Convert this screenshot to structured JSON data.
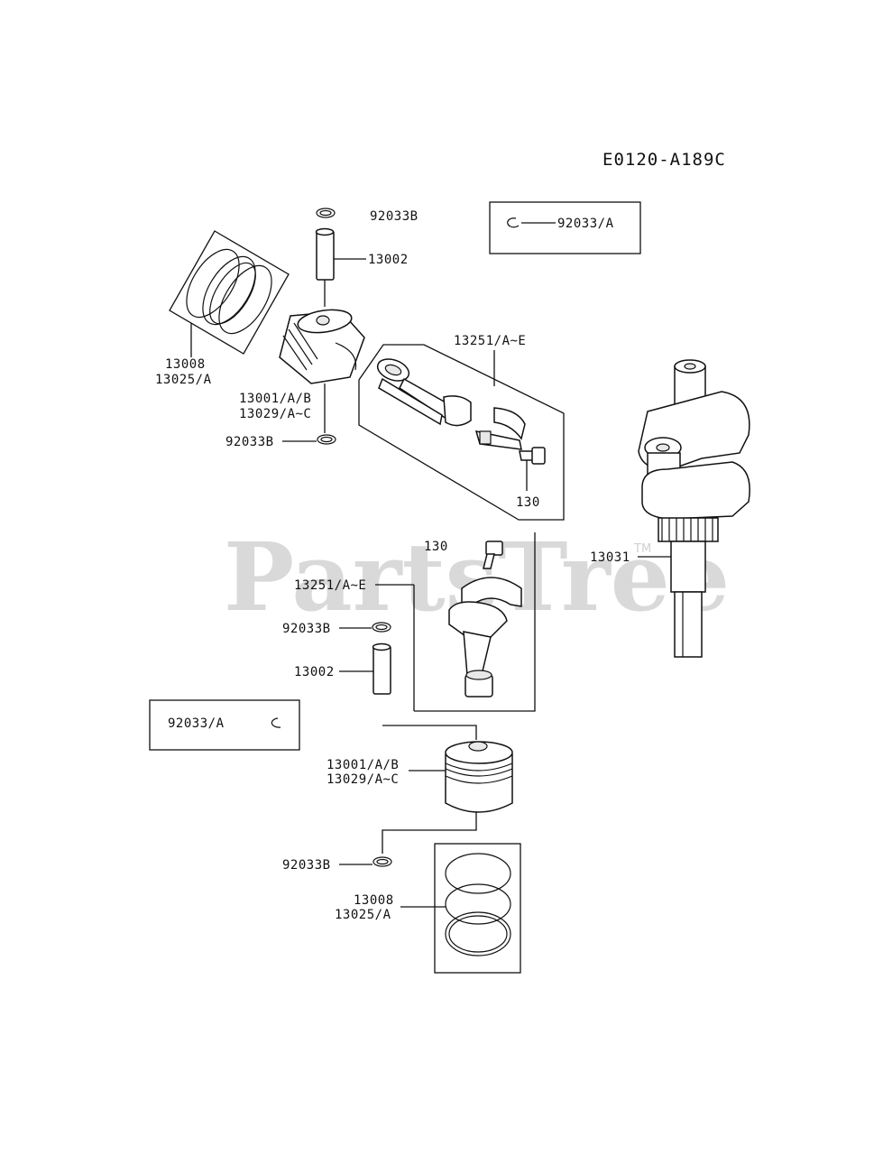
{
  "diagram": {
    "code": "E0120-A189C",
    "watermark": "PartsTree",
    "trademark": "TM",
    "labels": {
      "top_clip": "92033B",
      "top_clip_box": "92033/A",
      "top_pin": "13002",
      "top_rings_1": "13008",
      "top_rings_2": "13025/A",
      "top_rod": "13251/A~E",
      "top_piston_1": "13001/A/B",
      "top_piston_2": "13029/A~C",
      "top_clip_lower": "92033B",
      "top_bolt": "130",
      "crankshaft": "13031",
      "bottom_bolt": "130",
      "bottom_rod": "13251/A~E",
      "bottom_clip_upper": "92033B",
      "bottom_pin": "13002",
      "bottom_clip_box": "92033/A",
      "bottom_piston_1": "13001/A/B",
      "bottom_piston_2": "13029/A~C",
      "bottom_clip_lower": "92033B",
      "bottom_rings_1": "13008",
      "bottom_rings_2": "13025/A"
    }
  }
}
